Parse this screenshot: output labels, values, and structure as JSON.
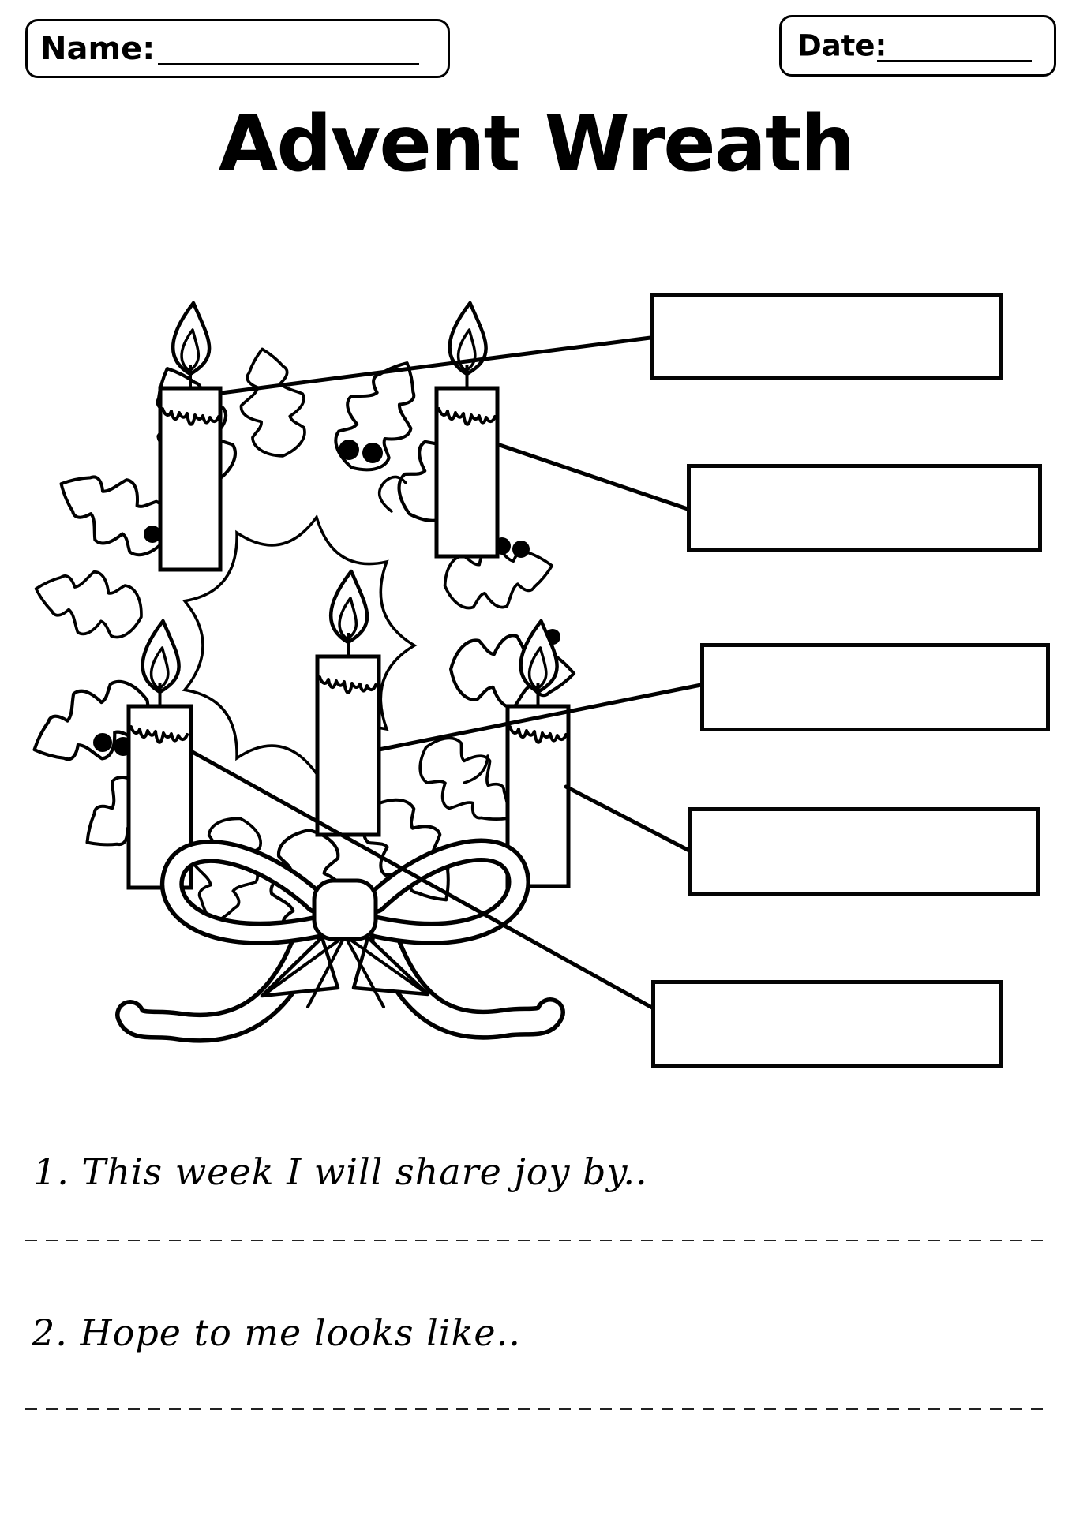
{
  "page": {
    "paper_color": "#ffffff",
    "ink_color": "#000000"
  },
  "header": {
    "name_label": "Name:",
    "name_value": "",
    "date_label": "Date:",
    "date_value": ""
  },
  "title": "Advent Wreath",
  "illustration": {
    "description": "black-and-white coloring drawing of an advent wreath with holly leaves, berries, a bow, and five lit candles",
    "candle_count": 5
  },
  "answer_boxes": [
    {
      "value": ""
    },
    {
      "value": ""
    },
    {
      "value": ""
    },
    {
      "value": ""
    },
    {
      "value": ""
    }
  ],
  "prompts": [
    {
      "text": "1. This week I will share joy by.."
    },
    {
      "text": "2. Hope to me looks like.."
    }
  ]
}
